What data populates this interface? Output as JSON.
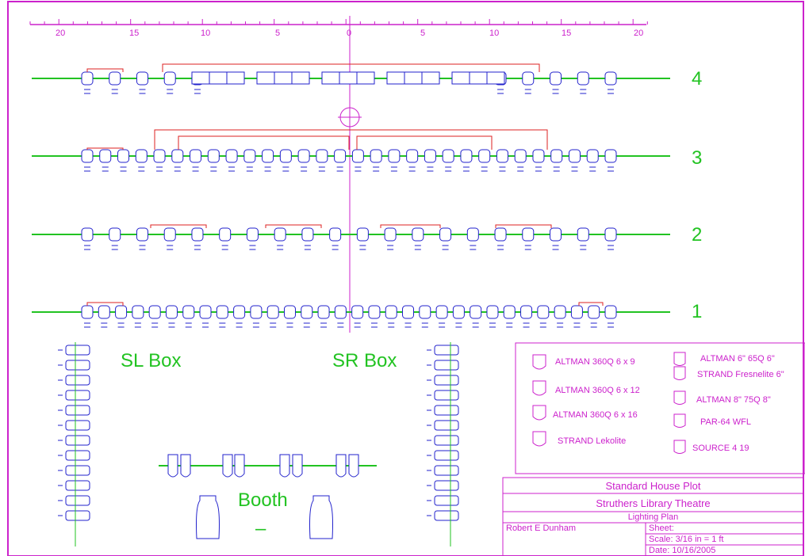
{
  "ruler": {
    "ticks_left": [
      "20",
      "15",
      "10",
      "5"
    ],
    "tick_center": "0",
    "ticks_right": [
      "5",
      "10",
      "15",
      "20"
    ]
  },
  "battens": [
    {
      "number": "4",
      "units": 20
    },
    {
      "number": "3",
      "units": 30
    },
    {
      "number": "2",
      "units": 20
    },
    {
      "number": "1",
      "units": 32
    }
  ],
  "boxes": {
    "sl": "SL Box",
    "sr": "SR Box",
    "booth": "Booth",
    "booth_dash": "–"
  },
  "legend": {
    "left": [
      "ALTMAN 360Q 6 x  9",
      "ALTMAN 360Q 6 x 12",
      "ALTMAN 360Q 6 x 16",
      "STRAND Lekolite"
    ],
    "right": [
      "ALTMAN 6\" 65Q 6\"",
      "STRAND Fresnelite 6\"",
      "ALTMAN 8\" 75Q 8\"",
      "PAR-64 WFL",
      "SOURCE 4 19"
    ]
  },
  "title_block": {
    "title": "Standard House Plot",
    "venue": "Struthers Library Theatre",
    "subtitle": "Lighting Plan",
    "author": "Robert E Dunham",
    "sheet": "Sheet:",
    "scale": "Scale: 3/16 in = 1 ft",
    "date": "Date: 10/16/2005"
  },
  "colors": {
    "border": "#cc22cc",
    "batten": "#22c322",
    "instrument": "#2222cc",
    "circuit": "#dd2222"
  }
}
